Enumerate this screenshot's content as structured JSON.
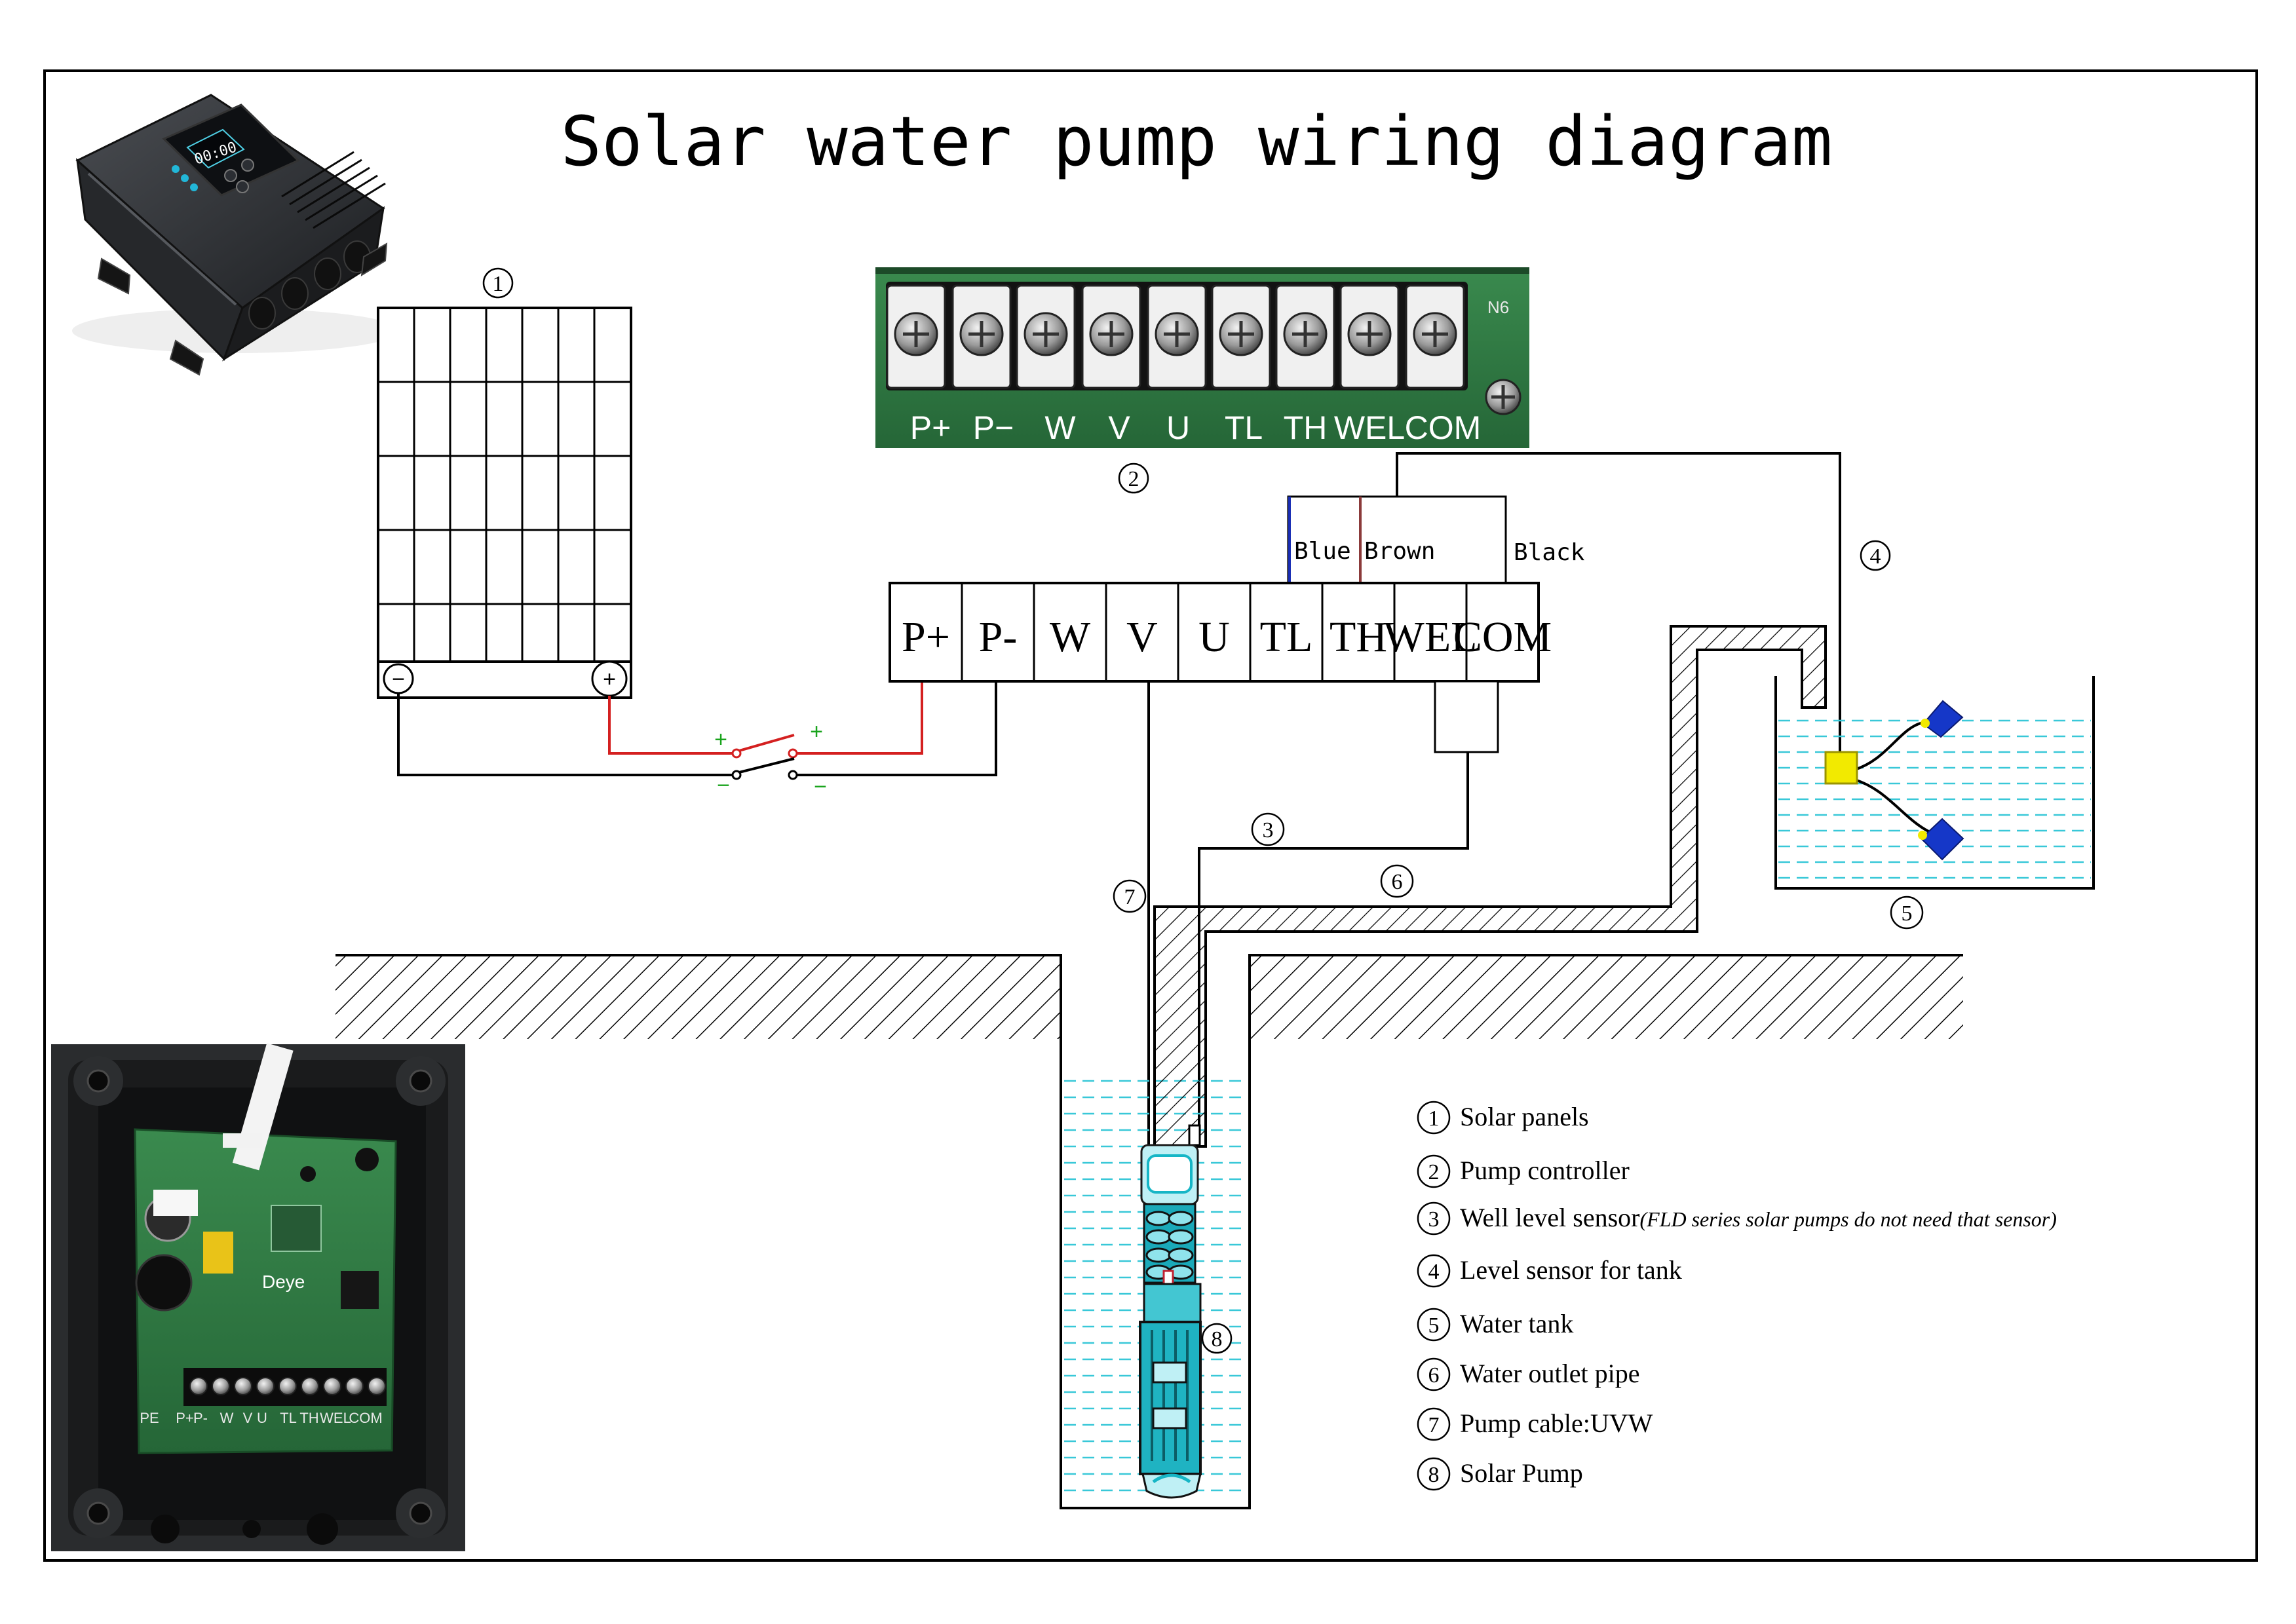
{
  "title": "Solar water pump wiring diagram",
  "callout_numbers": {
    "solar_panel": "1",
    "terminal_photo": "2",
    "well_sensor": "3",
    "tank_sensor": "4",
    "water_tank": "5",
    "outlet_pipe": "6",
    "pump_cable": "7",
    "pump": "8"
  },
  "panel_symbols": {
    "negative": "−",
    "positive": "+"
  },
  "switch_symbols": {
    "plus_left": "+",
    "plus_right": "+",
    "minus_left": "−",
    "minus_right": "−"
  },
  "terminal_photo_labels": [
    "P+",
    "P−",
    "W",
    "V",
    "U",
    "TL",
    "TH",
    "WEL",
    "COM"
  ],
  "terminal_photo_marking": "N6",
  "terminal_block": [
    "P+",
    "P-",
    "W",
    "V",
    "U",
    "TL",
    "TH",
    "WEL",
    "COM"
  ],
  "wire_labels": {
    "blue": "Blue",
    "brown": "Brown",
    "black": "Black"
  },
  "legend": [
    {
      "num": "1",
      "label": "Solar panels",
      "note": ""
    },
    {
      "num": "2",
      "label": "Pump controller",
      "note": ""
    },
    {
      "num": "3",
      "label": "Well level sensor",
      "note": "(FLD series solar pumps do not need that sensor)"
    },
    {
      "num": "4",
      "label": "Level sensor for tank",
      "note": ""
    },
    {
      "num": "5",
      "label": "Water tank",
      "note": ""
    },
    {
      "num": "6",
      "label": "Water outlet pipe",
      "note": ""
    },
    {
      "num": "7",
      "label": "Pump cable:UVW",
      "note": ""
    },
    {
      "num": "8",
      "label": "Solar Pump",
      "note": ""
    }
  ],
  "controller_display": "00:00",
  "board_photo_labels": [
    "PE",
    "P+",
    "P-",
    "W",
    "V",
    "U",
    "TL",
    "TH",
    "WEL",
    "COM"
  ],
  "board_brand": "Deye",
  "colors": {
    "positive_wire": "#d42020",
    "negative_wire": "#000000",
    "blue_wire": "#1a2fb5",
    "brown_wire": "#8b3a3a",
    "water_lines": "#39c8d8",
    "float_sensor": "#1537c8",
    "sensor_box": "#f2ea00",
    "pcb_green": "#2f7a42"
  }
}
